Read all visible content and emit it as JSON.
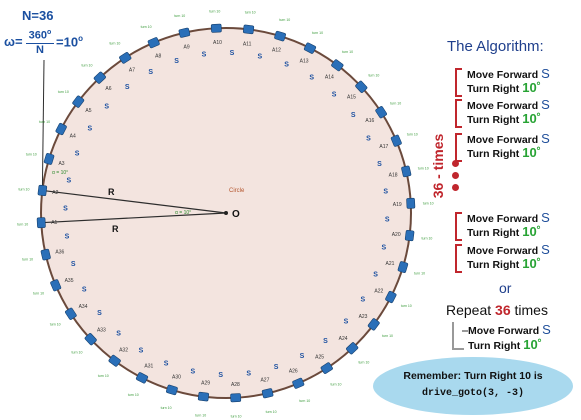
{
  "formula": {
    "n_text": "N=36",
    "omega_prefix": "ω=",
    "numerator": "360",
    "numerator_sup": "o",
    "denominator": "N",
    "result": "=10",
    "result_sup": "o"
  },
  "diagram": {
    "circle_label": "Circle",
    "radius_label": "R",
    "center_label": "O",
    "angle_label": "α = 10°",
    "a2_angle_label": "α = 10°",
    "step_tag": "S",
    "turn_tag": "turn 10",
    "point_prefix": "A",
    "point_count": 36,
    "visible_point_labels": [
      "A1",
      "A2",
      "A3",
      "A4",
      "A5",
      "A6",
      "A7",
      "A8",
      "A9",
      "A10",
      "A11",
      "A12",
      "A13",
      "A14",
      "A15",
      "A16",
      "A17",
      "A18",
      "A19",
      "A20",
      "A21",
      "A22",
      "A23",
      "A24",
      "A25",
      "A26",
      "A27",
      "A28",
      "A29",
      "A30",
      "A31",
      "A32",
      "A33",
      "A34",
      "A35",
      "A36"
    ],
    "colors": {
      "circle_fill": "#f3e4df",
      "circle_stroke": "#6b4a3c",
      "robot": "#2a6fb8",
      "step_text": "#1a4fa0",
      "turn_text": "#3a9a3a",
      "ray": "#2d2d2d"
    }
  },
  "algorithm": {
    "title": "The Algorithm:",
    "times_label": "36 - times",
    "move_text": "Move Forward ",
    "move_symbol": "S",
    "turn_text": "Turn Right ",
    "turn_value": "10˚",
    "step_count_visible": 5,
    "or_text": "or",
    "repeat_prefix": "Repeat ",
    "repeat_count": "36",
    "repeat_suffix": " times",
    "colors": {
      "accent_red": "#c0262d",
      "accent_blue": "#1f4e9a",
      "accent_green": "#27a334",
      "title": "#1f3f8c"
    }
  },
  "remember": {
    "line1": "Remember: Turn Right 10 is",
    "line2": "drive_goto(3, -3)",
    "color": "#a9d9ee"
  }
}
